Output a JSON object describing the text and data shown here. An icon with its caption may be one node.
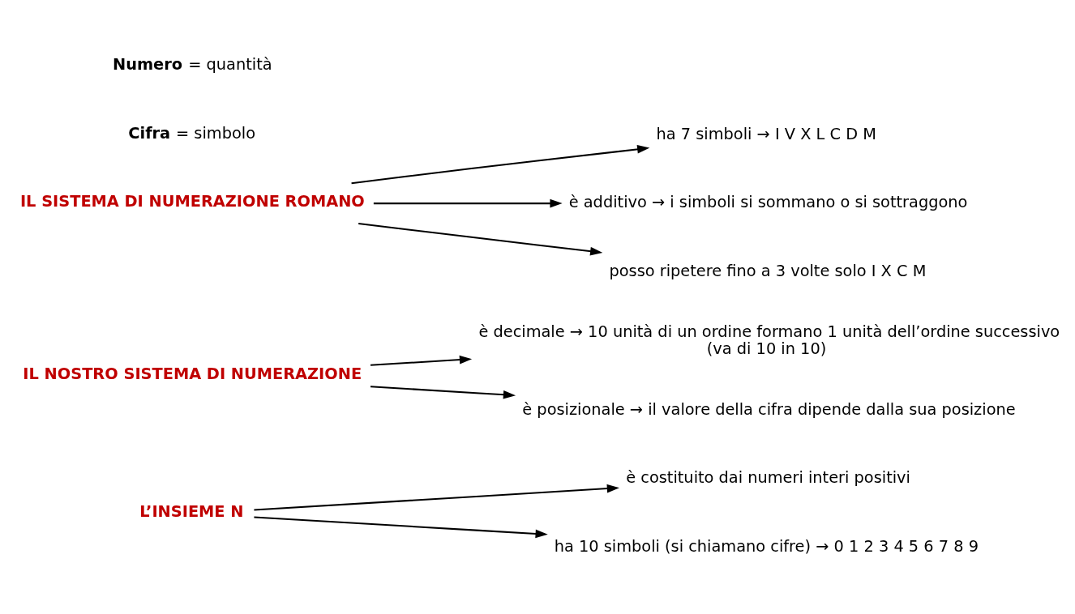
{
  "diagram": {
    "nodes": [
      {
        "text": [
          "L’INSIEME N"
        ]
      },
      {
        "text": [
          "è costituito dai numeri interi positivi"
        ]
      },
      {
        "text": [
          "ha 10 simboli (si chiamano cifre) → 0 1 2 3 4 5 6 7 8 9"
        ]
      },
      {
        "text": [
          "IL NOSTRO SISTEMA DI NUMERAZIONE"
        ]
      },
      {
        "text": [
          "è decimale → 10 unità di un ordine formano 1 unità dell’ordine successivo",
          "(va di 10 in 10)"
        ]
      },
      {
        "text": [
          "è posizionale → il valore della cifra dipende dalla sua posizione"
        ]
      },
      {
        "text": [
          "IL SISTEMA DI NUMERAZIONE ROMANO"
        ]
      },
      {
        "text": [
          "ha 7 simboli → I V X L C D M"
        ]
      },
      {
        "text": [
          "è additivo → i simboli si sommano o si sottraggono"
        ]
      },
      {
        "text": [
          "posso ripetere fino a 3 volte solo I X C M"
        ]
      }
    ],
    "edges": [
      {
        "from": 0,
        "to": 1,
        "arrow": "to"
      },
      {
        "from": 0,
        "to": 2,
        "arrow": "to"
      },
      {
        "from": 3,
        "to": 4,
        "arrow": "to"
      },
      {
        "from": 3,
        "to": 5,
        "arrow": "to"
      },
      {
        "from": 6,
        "to": 7,
        "arrow": "to"
      },
      {
        "from": 6,
        "to": 8,
        "arrow": "to"
      },
      {
        "from": 6,
        "to": 9,
        "arrow": "to"
      }
    ],
    "labels": [
      "**Cifra** = simbolo",
      "**Numero** = quantità"
    ]
  }
}
